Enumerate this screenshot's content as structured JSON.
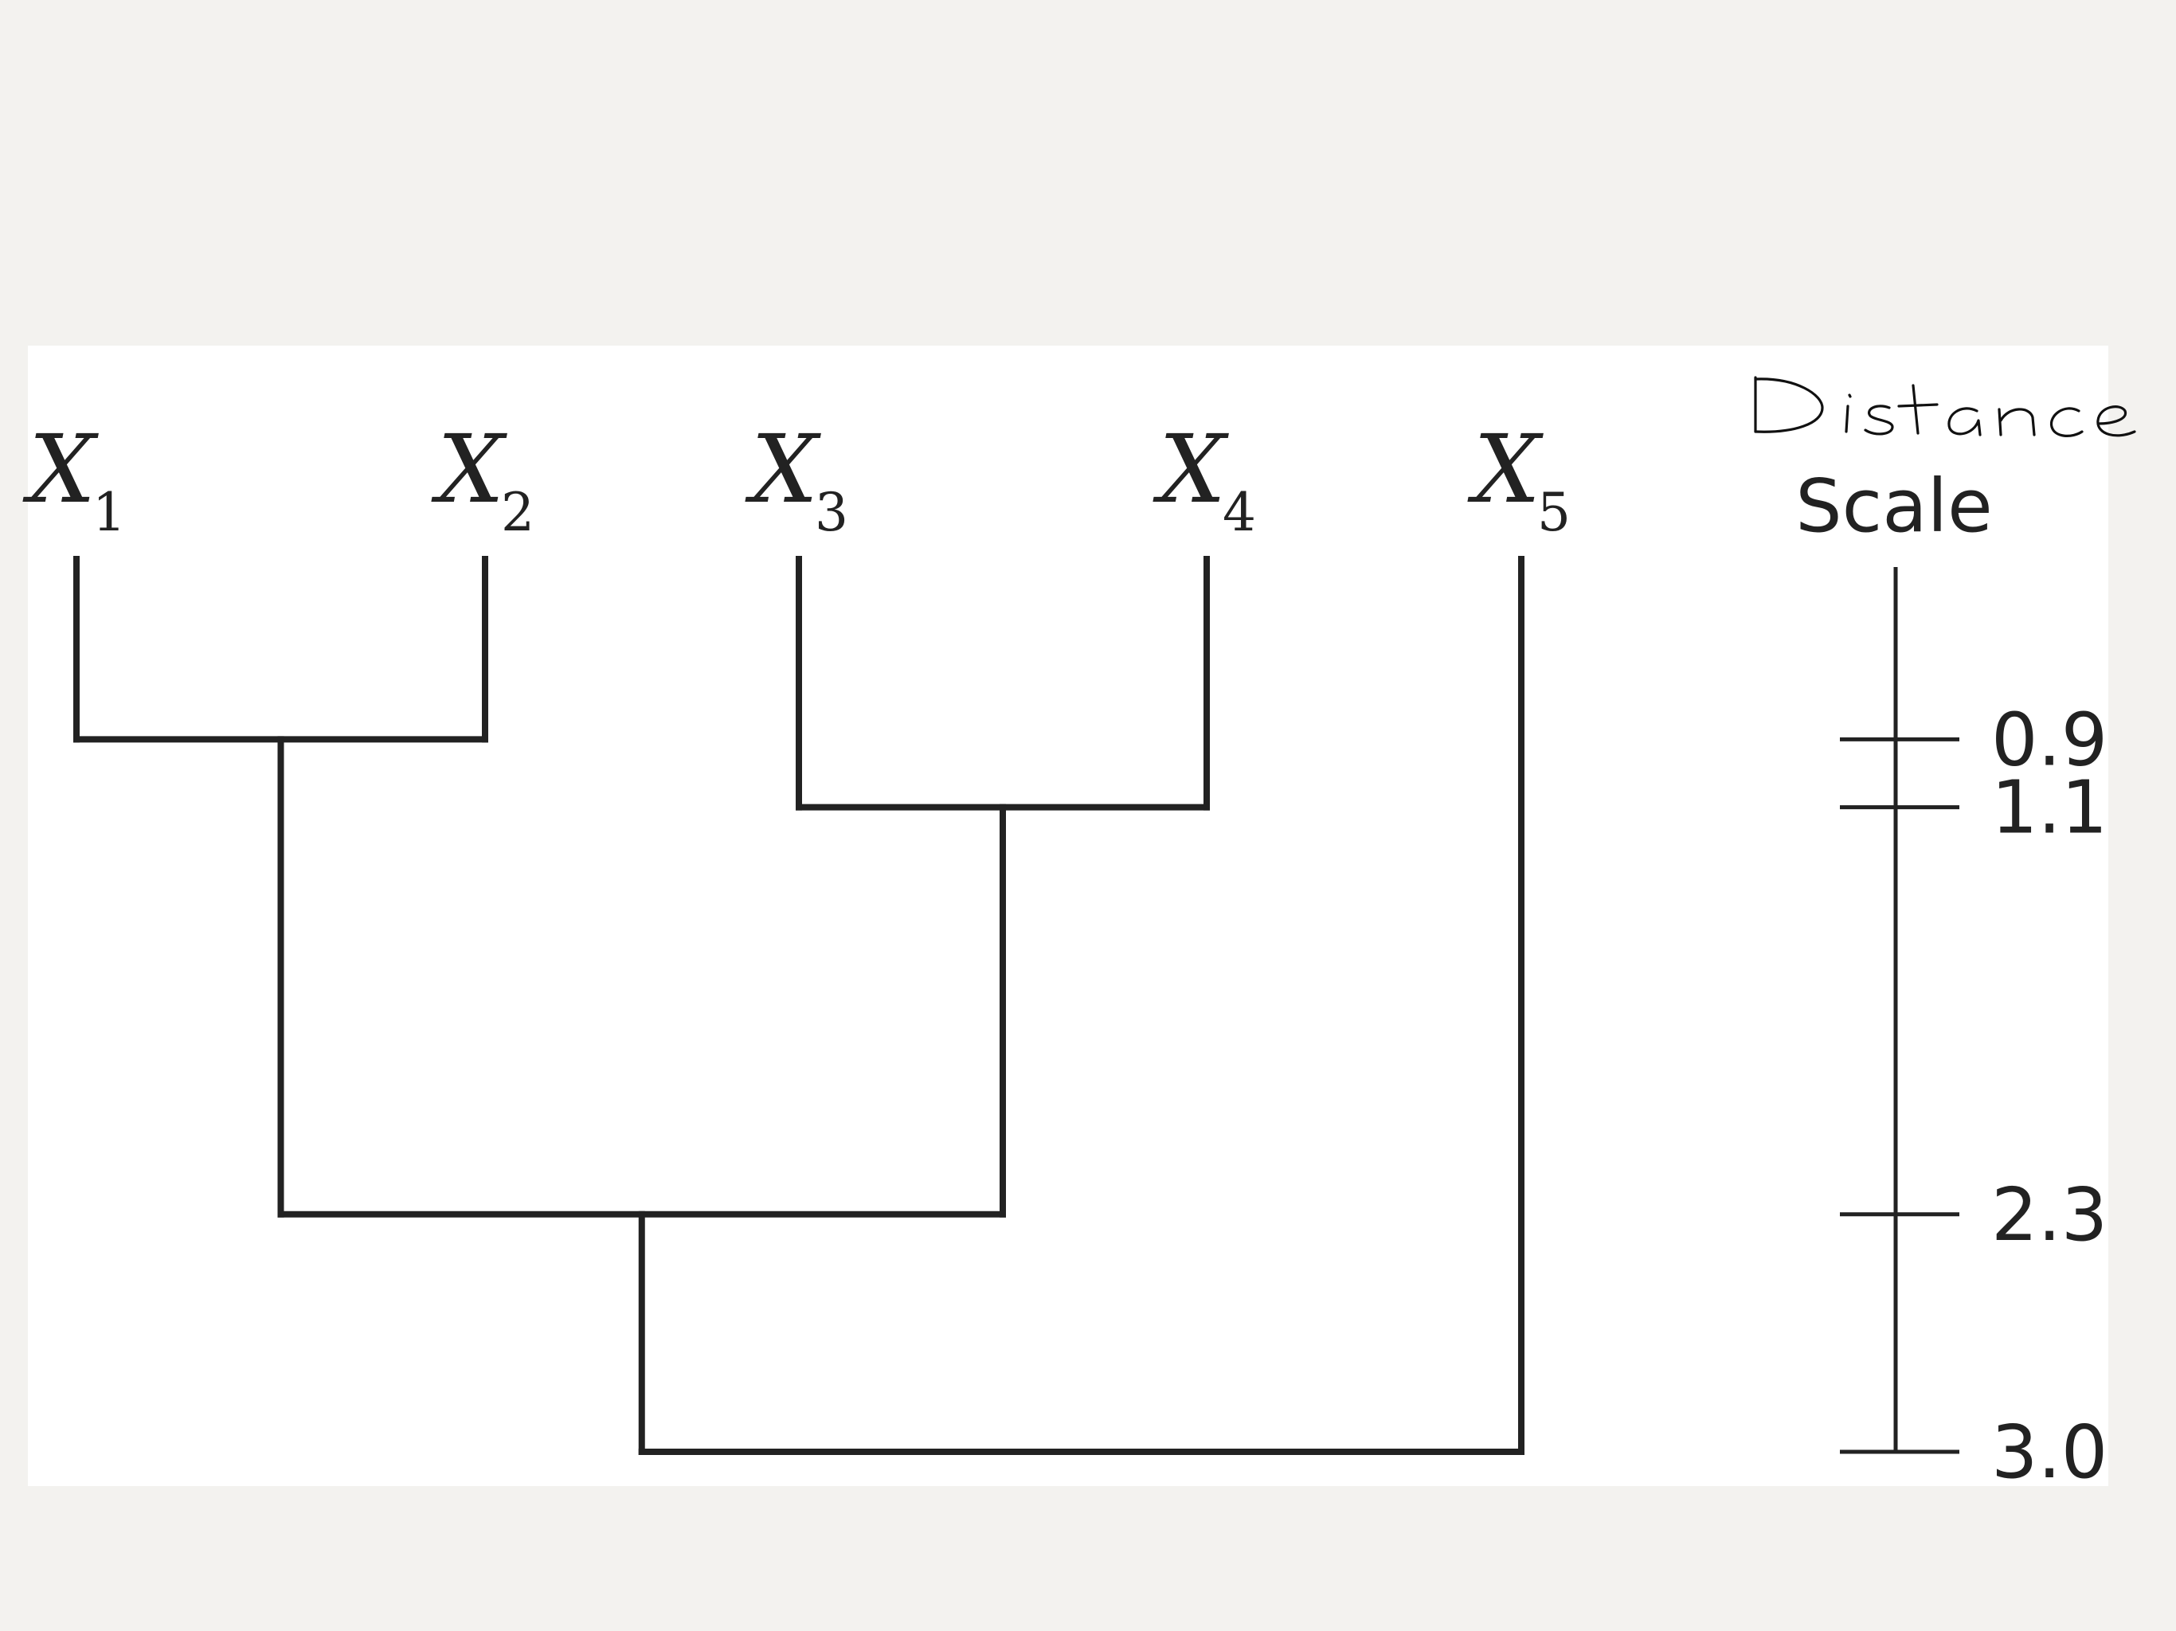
{
  "diagram": {
    "type": "dendrogram",
    "leaves": [
      {
        "id": "x1",
        "symbol": "X",
        "subscript": "1"
      },
      {
        "id": "x2",
        "symbol": "X",
        "subscript": "2"
      },
      {
        "id": "x3",
        "symbol": "X",
        "subscript": "3"
      },
      {
        "id": "x4",
        "symbol": "X",
        "subscript": "4"
      },
      {
        "id": "x5",
        "symbol": "X",
        "subscript": "5"
      }
    ],
    "merges": [
      {
        "id": "m12",
        "children": [
          "x1",
          "x2"
        ],
        "distance": 0.9
      },
      {
        "id": "m34",
        "children": [
          "x3",
          "x4"
        ],
        "distance": 1.1
      },
      {
        "id": "m1234",
        "children": [
          "m12",
          "m34"
        ],
        "distance": 2.3
      },
      {
        "id": "m_all",
        "children": [
          "m1234",
          "x5"
        ],
        "distance": 3.0
      }
    ],
    "scale": {
      "title_handwritten": "Distance",
      "title": "Scale",
      "ticks": [
        {
          "value": 0.9,
          "label": "0.9"
        },
        {
          "value": 1.1,
          "label": "1.1"
        },
        {
          "value": 2.3,
          "label": "2.3"
        },
        {
          "value": 3.0,
          "label": "3.0"
        }
      ]
    }
  },
  "colors": {
    "page_background": "#f3f2ef",
    "panel_background": "#ffffff",
    "line": "#222222"
  }
}
